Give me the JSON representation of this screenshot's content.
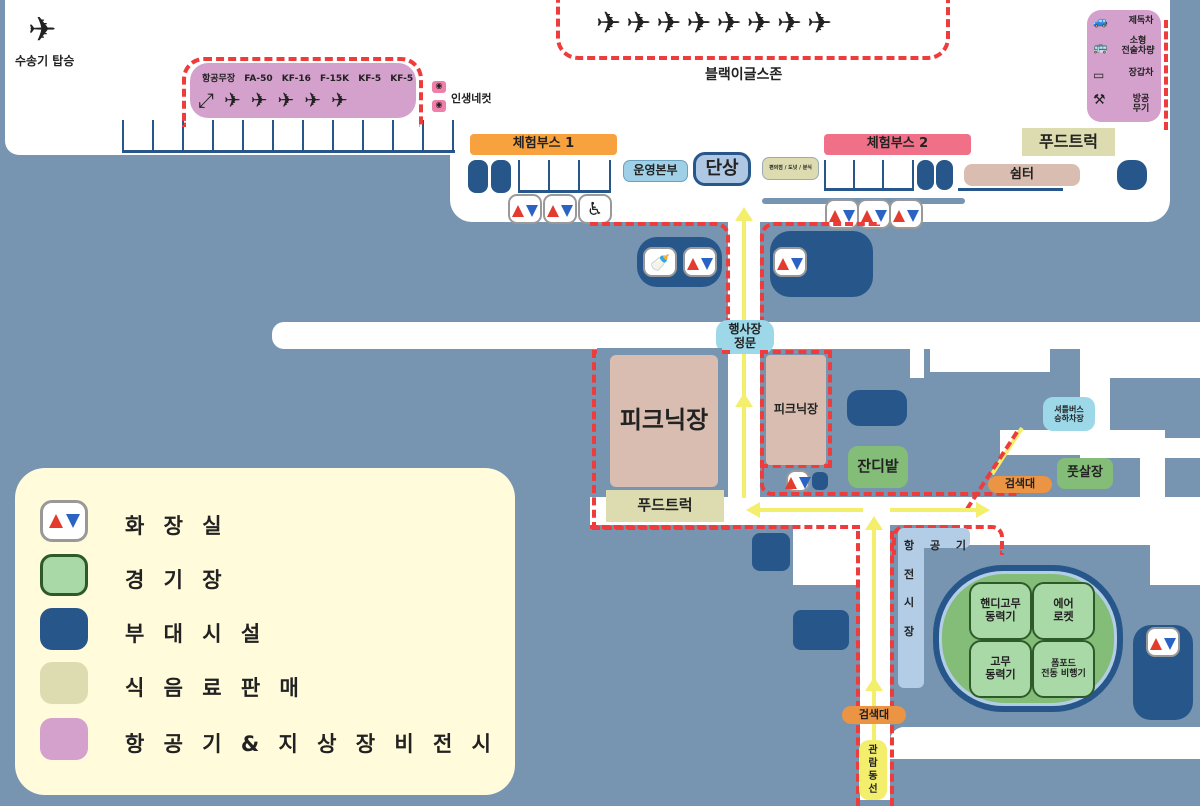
{
  "top_left": {
    "transport_boarding": "수송기 탑승",
    "aircraft_labels": [
      "항공무장",
      "FA-50",
      "KF-16",
      "F-15K",
      "KF-5",
      "KF-5"
    ],
    "photo_zone": "인생네컷"
  },
  "black_eagles": "블랙이글스존",
  "ground_equipment": [
    "제독차",
    "소형\n전술차량",
    "장갑차",
    "방공\n무기"
  ],
  "booth1": "체험부스 1",
  "booth2": "체험부스 2",
  "hq": "운영본부",
  "stage": "단상",
  "snack": "편의점 / 도넛 / 분식",
  "food_truck_top": "푸드트럭",
  "shelter": "쉼터",
  "main_gate": "행사장\n정문",
  "picnic_big": "피크닉장",
  "picnic_small": "피크닉장",
  "food_truck_mid": "푸드트럭",
  "lawn": "잔디밭",
  "futsal": "풋살장",
  "shuttle": "셔틀버스\n승하차장",
  "checkpoint": "검색대",
  "exhibit": "항 공 기\n전\n시\n장",
  "field_items": [
    "핸디고무\n동력기",
    "에어\n로켓",
    "고무\n동력기",
    "폼포드\n전동 비행기"
  ],
  "route": "관\n람\n동\n선",
  "legend": [
    {
      "label": "화 장 실",
      "color": "#ffffff"
    },
    {
      "label": "경 기 장",
      "color": "#a9d9a7"
    },
    {
      "label": "부 대 시 설",
      "color": "#27578a"
    },
    {
      "label": "식 음 료  판 매",
      "color": "#dcdcb0"
    },
    {
      "label": "항 공 기  &  지 상  장 비  전 시",
      "color": "#d4a0cc"
    }
  ]
}
